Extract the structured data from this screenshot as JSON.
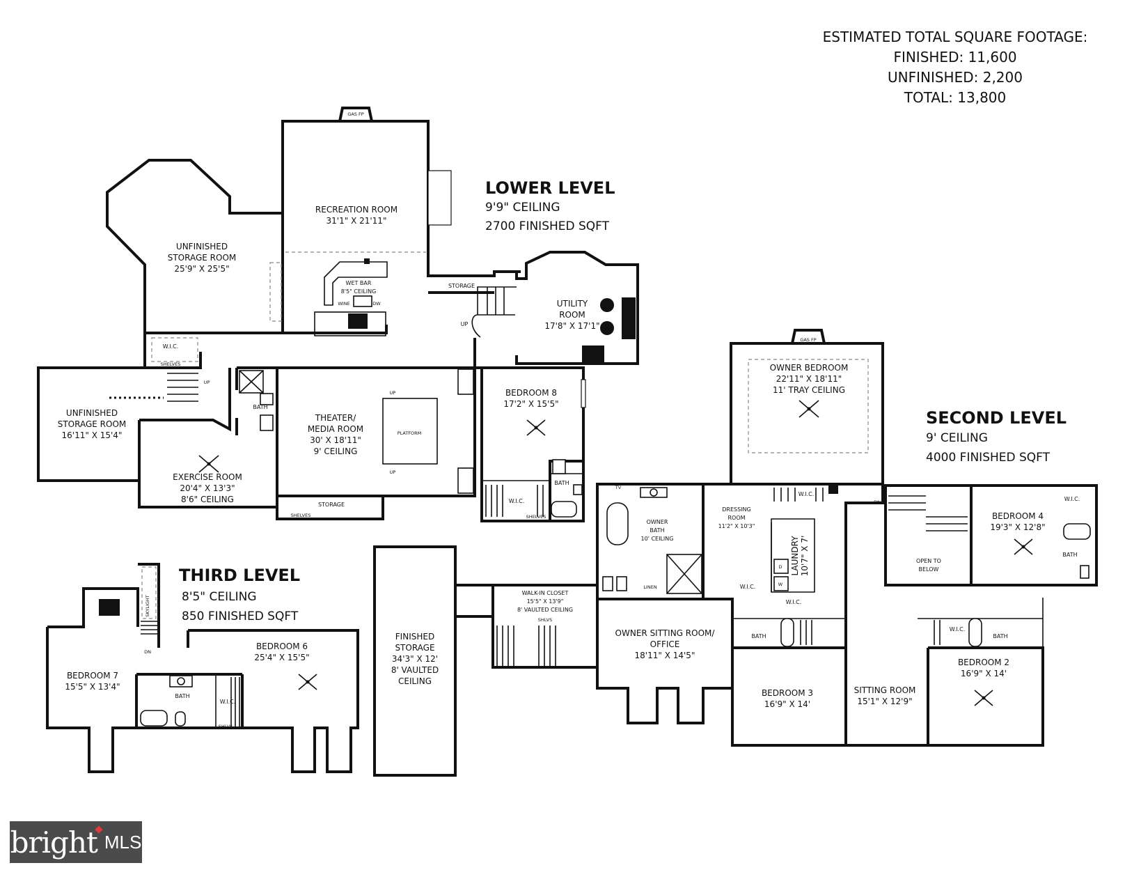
{
  "totals": {
    "heading": "ESTIMATED TOTAL SQUARE FOOTAGE:",
    "finished": "FINISHED: 11,600",
    "unfinished": "UNFINISHED: 2,200",
    "total": "TOTAL: 13,800"
  },
  "levels": {
    "lower": {
      "title": "LOWER LEVEL",
      "ceiling": "9'9\" CEILING",
      "sqft": "2700 FINISHED SQFT"
    },
    "second": {
      "title": "SECOND LEVEL",
      "ceiling": "9' CEILING",
      "sqft": "4000 FINISHED SQFT"
    },
    "third": {
      "title": "THIRD LEVEL",
      "ceiling": "8'5\" CEILING",
      "sqft": "850 FINISHED SQFT"
    }
  },
  "rooms": {
    "recreation": [
      "RECREATION ROOM",
      "31'1\" X 21'11\""
    ],
    "unfinished_storage_1": [
      "UNFINISHED",
      "STORAGE ROOM",
      "25'9\" X 25'5\""
    ],
    "wet_bar": [
      "WET BAR",
      "8'5\" CEILING"
    ],
    "utility": [
      "UTILITY",
      "ROOM",
      "17'8\" X 17'1\""
    ],
    "unfinished_storage_2": [
      "UNFINISHED",
      "STORAGE ROOM",
      "16'11\" X 15'4\""
    ],
    "theater": [
      "THEATER/",
      "MEDIA ROOM",
      "30' X 18'11\"",
      "9' CEILING"
    ],
    "exercise": [
      "EXERCISE ROOM",
      "20'4\" X 13'3\"",
      "8'6\" CEILING"
    ],
    "bedroom8": [
      "BEDROOM 8",
      "17'2\" X 15'5\""
    ],
    "owner_bedroom": [
      "OWNER BEDROOM",
      "22'11\" X 18'11\"",
      "11' TRAY CEILING"
    ],
    "owner_bath": [
      "OWNER",
      "BATH",
      "10' CEILING"
    ],
    "dressing": [
      "DRESSING",
      "ROOM",
      "11'2\" X 10'3\""
    ],
    "laundry": [
      "LAUNDRY",
      "10'7\" X 7'"
    ],
    "walkin": [
      "WALK-IN CLOSET",
      "15'5\" X 13'9\"",
      "8' VAULTED CEILING"
    ],
    "owner_sitting": [
      "OWNER SITTING ROOM/",
      "OFFICE",
      "18'11\" X 14'5\""
    ],
    "bedroom4": [
      "BEDROOM 4",
      "19'3\" X 12'8\""
    ],
    "open_below": [
      "OPEN TO",
      "BELOW"
    ],
    "bedroom3": [
      "BEDROOM 3",
      "16'9\" X 14'"
    ],
    "sitting": [
      "SITTING ROOM",
      "15'1\" X 12'9\""
    ],
    "bedroom2": [
      "BEDROOM 2",
      "16'9\" X 14'"
    ],
    "finished_storage": [
      "FINISHED",
      "STORAGE",
      "34'3\" X 12'",
      "8' VAULTED",
      "CEILING"
    ],
    "bedroom7": [
      "BEDROOM 7",
      "15'5\" X 13'4\""
    ],
    "bedroom6": [
      "BEDROOM 6",
      "25'4\" X 15'5\""
    ]
  },
  "small_labels": {
    "storage": "STORAGE",
    "shelves": "SHELVES",
    "shlvs": "SHLVS",
    "wic": "W.I.C.",
    "bath": "BATH",
    "platform": "PLATFORM",
    "up": "UP",
    "dn": "DN",
    "linen": "LINEN",
    "tv": "TV",
    "gas_fp": "GAS FP",
    "wine": "WINE",
    "dw": "DW",
    "w": "W",
    "d": "D",
    "skylight": "SKYLIGHT"
  },
  "logo": {
    "brand": "bright",
    "suffix": "MLS"
  }
}
